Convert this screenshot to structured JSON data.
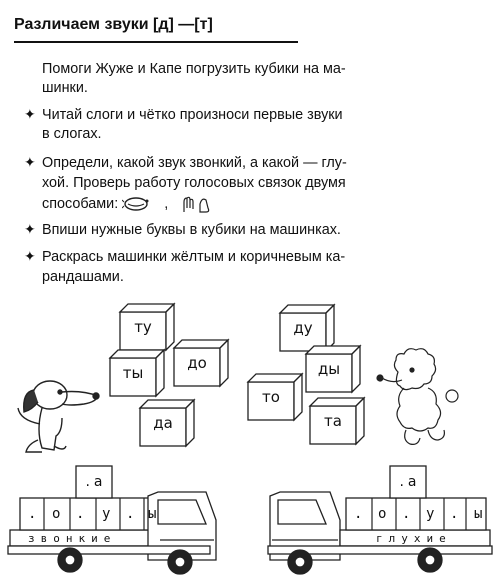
{
  "title": "Различаем звуки [д] —[т]",
  "intro": [
    "Помоги Жуже и Капе погрузить кубики на ма-",
    "шинки."
  ],
  "bullets": [
    {
      "lines": [
        "Читай слоги и чётко произноси первые звуки",
        "в слогах."
      ]
    },
    {
      "lines": [
        "Определи, какой звук звонкий, а какой  — глу-",
        "хой. Проверь работу голосовых связок двумя",
        "способами:"
      ]
    },
    {
      "lines": [
        "Впиши нужные буквы в кубики на машинках."
      ]
    },
    {
      "lines": [
        "Раскрась машинки жёлтым и коричневым ка-",
        "рандашами."
      ]
    }
  ],
  "cubes_left": [
    "ту",
    "ты",
    "до",
    "да"
  ],
  "cubes_right": [
    "ду",
    "ды",
    "то",
    "та"
  ],
  "truck_left": {
    "top_letter": "а",
    "row": [
      ".",
      "о",
      ".",
      "у",
      ".",
      "ы"
    ],
    "caption": "звонкие"
  },
  "truck_right": {
    "top_letter": "а",
    "row": [
      "о",
      ".",
      "у",
      ".",
      "ы"
    ],
    "caption": "глухие"
  },
  "icons": [
    "mouth-icon",
    "hand-on-throat-icon"
  ]
}
